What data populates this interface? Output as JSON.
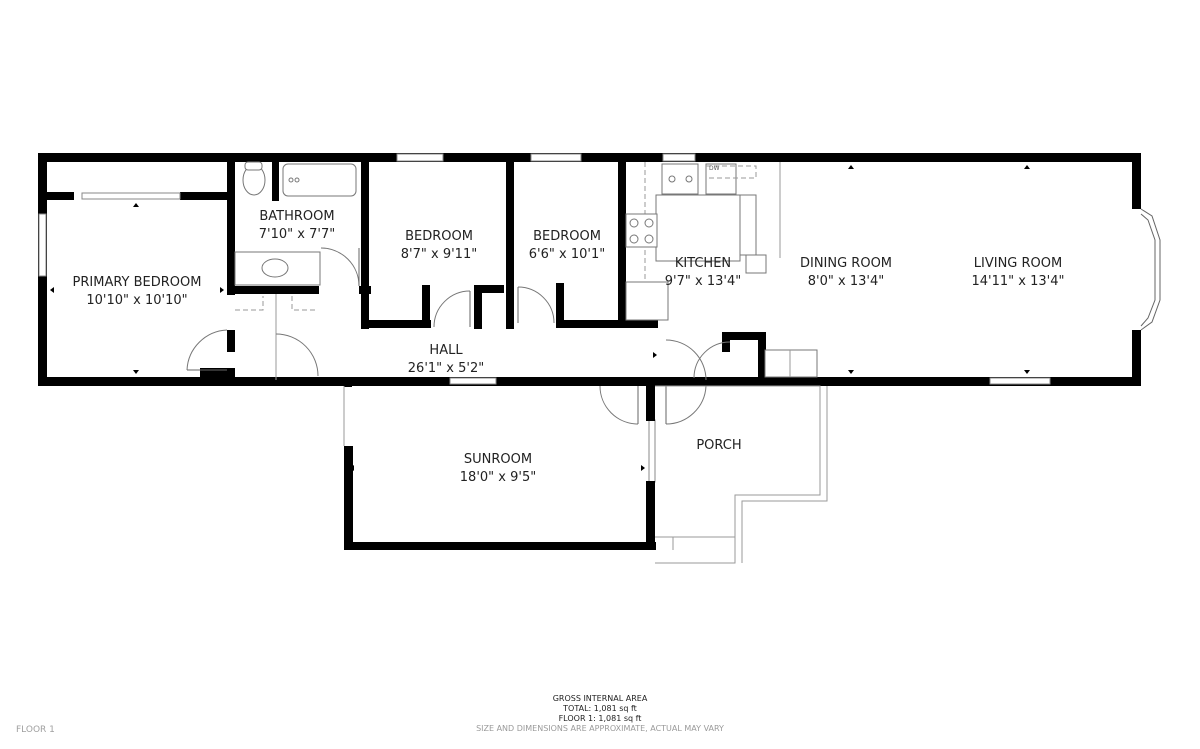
{
  "floor_label": "FLOOR 1",
  "rooms": {
    "primary_bedroom": {
      "name": "PRIMARY BEDROOM",
      "dimensions": "10'10\" x 10'10\""
    },
    "bathroom": {
      "name": "BATHROOM",
      "dimensions": "7'10\" x 7'7\""
    },
    "bedroom_1": {
      "name": "BEDROOM",
      "dimensions": "8'7\" x 9'11\""
    },
    "bedroom_2": {
      "name": "BEDROOM",
      "dimensions": "6'6\" x 10'1\""
    },
    "kitchen": {
      "name": "KITCHEN",
      "dimensions": "9'7\" x 13'4\""
    },
    "dining_room": {
      "name": "DINING ROOM",
      "dimensions": "8'0\" x 13'4\""
    },
    "living_room": {
      "name": "LIVING ROOM",
      "dimensions": "14'11\" x 13'4\""
    },
    "hall": {
      "name": "HALL",
      "dimensions": "26'1\" x 5'2\""
    },
    "sunroom": {
      "name": "SUNROOM",
      "dimensions": "18'0\" x 9'5\""
    },
    "porch": {
      "name": "PORCH",
      "dimensions": ""
    }
  },
  "appliance_labels": {
    "dishwasher": "DW"
  },
  "area_summary": {
    "title": "GROSS INTERNAL AREA",
    "total": "TOTAL: 1,081 sq ft",
    "floor_1": "FLOOR 1: 1,081 sq ft",
    "disclaimer": "SIZE AND DIMENSIONS ARE APPROXIMATE, ACTUAL MAY VARY"
  },
  "colors": {
    "wall": "#000000",
    "fixture_line": "#777777",
    "background": "#ffffff"
  }
}
